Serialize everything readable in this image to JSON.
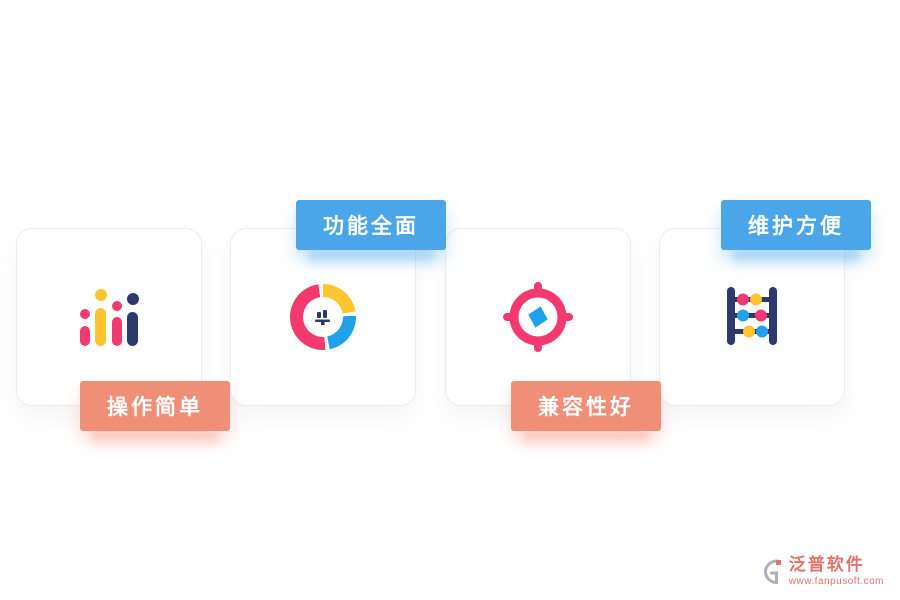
{
  "features": [
    {
      "label": "操作简单",
      "icon": "bar-chart-icon",
      "tag_style": "salmon",
      "tag_position": "bottom-left-of-card-1"
    },
    {
      "label": "功能全面",
      "icon": "donut-chart-icon",
      "tag_style": "blue",
      "tag_position": "top-of-card-2"
    },
    {
      "label": "兼容性好",
      "icon": "target-icon",
      "tag_style": "salmon",
      "tag_position": "bottom-of-card-3"
    },
    {
      "label": "维护方便",
      "icon": "abacus-icon",
      "tag_style": "blue",
      "tag_position": "top-of-card-4"
    }
  ],
  "footer": {
    "brand": "泛普软件",
    "website": "www.fanpusoft.com"
  },
  "colors": {
    "tag_blue": "#4aa5e9",
    "tag_salmon": "#ef8f77",
    "icon_pink": "#f23a70",
    "icon_yellow": "#fdc630",
    "icon_blue": "#21a1e9",
    "icon_navy": "#2b3a6b",
    "brand_pink": "#e2736e",
    "card_border": "#ececec",
    "background": "#ffffff"
  }
}
